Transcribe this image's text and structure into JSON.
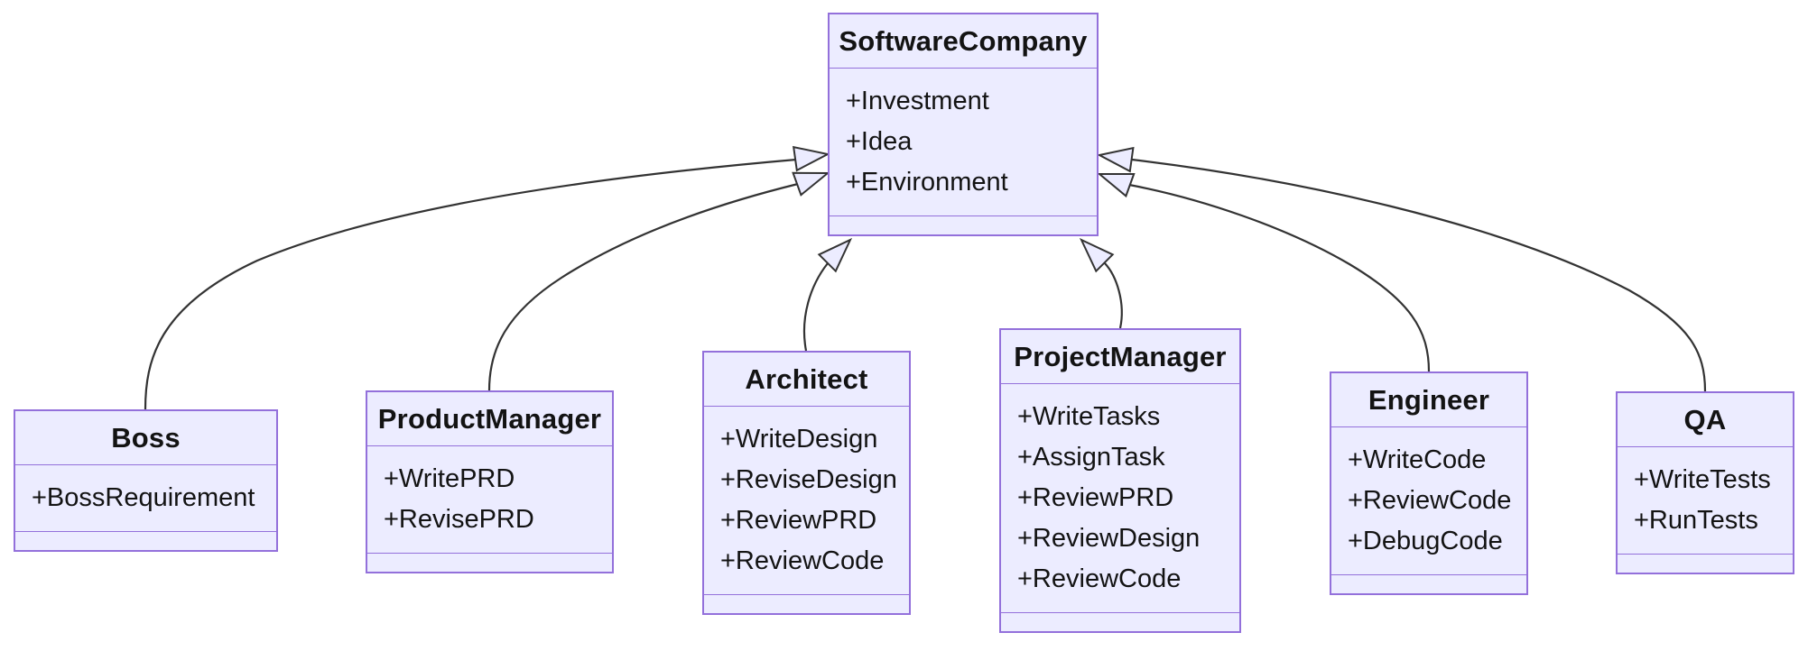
{
  "diagram": {
    "kind": "uml-class-diagram",
    "classes": [
      {
        "name": "SoftwareCompany",
        "attributes": [
          "+Investment",
          "+Idea",
          "+Environment"
        ],
        "methods": []
      },
      {
        "name": "Boss",
        "attributes": [
          "+BossRequirement"
        ],
        "methods": []
      },
      {
        "name": "ProductManager",
        "attributes": [
          "+WritePRD",
          "+RevisePRD"
        ],
        "methods": []
      },
      {
        "name": "Architect",
        "attributes": [
          "+WriteDesign",
          "+ReviseDesign",
          "+ReviewPRD",
          "+ReviewCode"
        ],
        "methods": []
      },
      {
        "name": "ProjectManager",
        "attributes": [
          "+WriteTasks",
          "+AssignTask",
          "+ReviewPRD",
          "+ReviewDesign",
          "+ReviewCode"
        ],
        "methods": []
      },
      {
        "name": "Engineer",
        "attributes": [
          "+WriteCode",
          "+ReviewCode",
          "+DebugCode"
        ],
        "methods": []
      },
      {
        "name": "QA",
        "attributes": [
          "+WriteTests",
          "+RunTests"
        ],
        "methods": []
      }
    ],
    "relations": [
      {
        "from": "Boss",
        "to": "SoftwareCompany",
        "type": "inheritance"
      },
      {
        "from": "ProductManager",
        "to": "SoftwareCompany",
        "type": "inheritance"
      },
      {
        "from": "Architect",
        "to": "SoftwareCompany",
        "type": "inheritance"
      },
      {
        "from": "ProjectManager",
        "to": "SoftwareCompany",
        "type": "inheritance"
      },
      {
        "from": "Engineer",
        "to": "SoftwareCompany",
        "type": "inheritance"
      },
      {
        "from": "QA",
        "to": "SoftwareCompany",
        "type": "inheritance"
      }
    ],
    "colors": {
      "node_fill": "#ECECFF",
      "node_border": "#9370DB",
      "edge": "#333333",
      "text": "#131313",
      "background": "#FFFFFF"
    }
  }
}
